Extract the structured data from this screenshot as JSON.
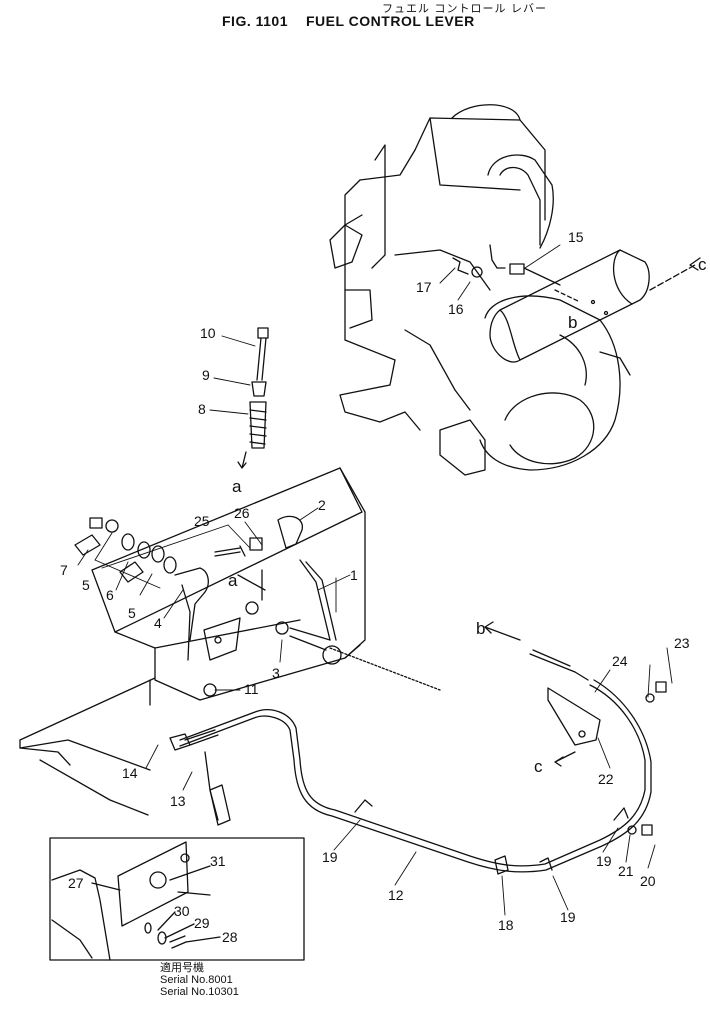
{
  "header": {
    "japanese_title": "フュエル コントロール レバー",
    "figure_number": "FIG. 1101",
    "title": "FUEL CONTROL LEVER"
  },
  "callouts": {
    "p1": "1",
    "p2": "2",
    "p3": "3",
    "p4": "4",
    "p5a": "5",
    "p5b": "5",
    "p6": "6",
    "p7": "7",
    "p8": "8",
    "p9": "9",
    "p10": "10",
    "p11": "11",
    "p12": "12",
    "p13": "13",
    "p14": "14",
    "p15": "15",
    "p16": "16",
    "p17": "17",
    "p18": "18",
    "p19a": "19",
    "p19b": "19",
    "p19c": "19",
    "p20": "20",
    "p21": "21",
    "p22": "22",
    "p23": "23",
    "p24": "24",
    "p25": "25",
    "p26": "26",
    "p27": "27",
    "p28": "28",
    "p29": "29",
    "p30": "30",
    "p31": "31"
  },
  "refs": {
    "a_top": "a",
    "a_mid": "a",
    "b_engine": "b",
    "b_cable": "b",
    "c_engine": "c",
    "c_bracket": "c"
  },
  "inset_note": {
    "jp": "適用号機",
    "serial_1": "Serial No.8001",
    "serial_2": "Serial No.10301"
  }
}
